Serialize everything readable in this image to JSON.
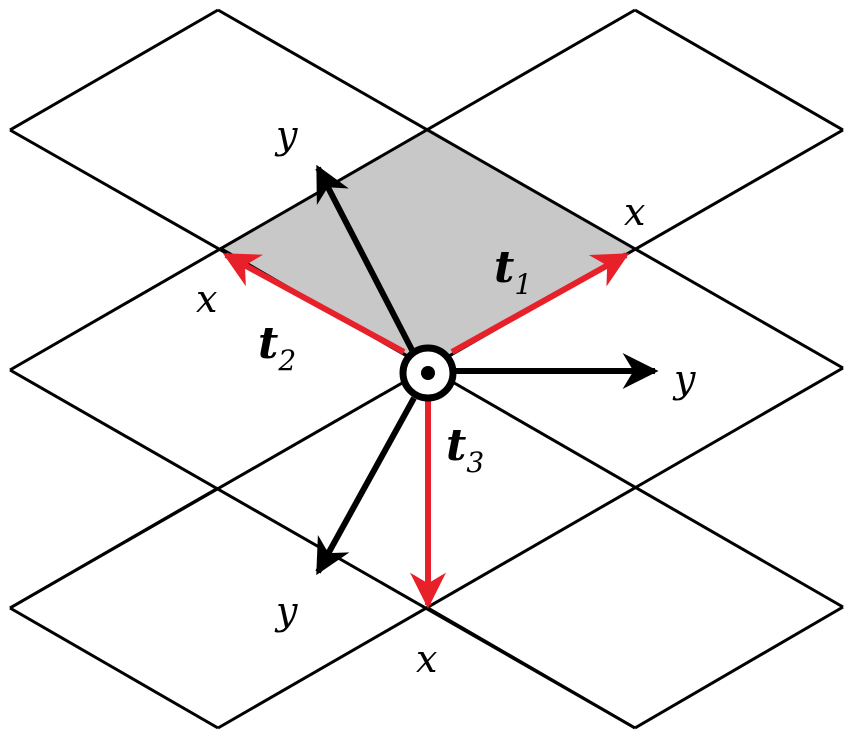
{
  "colors": {
    "grid_line": "#000000",
    "highlight_cell": "#c8c8c8",
    "red_vector": "#e8202a",
    "black_vector": "#000000",
    "background": "#ffffff"
  },
  "labels": {
    "t1": {
      "main": "t",
      "sub": "1"
    },
    "t2": {
      "main": "t",
      "sub": "2"
    },
    "t3": {
      "main": "t",
      "sub": "3"
    },
    "x_t1": "x",
    "x_t2": "x",
    "x_t3": "x",
    "y_up": "y",
    "y_right": "y",
    "y_down": "y"
  },
  "icons": {
    "origin": "out-of-plane-axis-icon"
  }
}
